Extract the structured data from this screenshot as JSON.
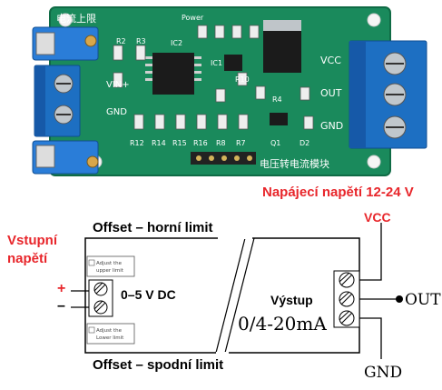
{
  "colors": {
    "pcb": "#1a8a5c",
    "terminal": "#1d6fc2",
    "trimmer": "#2a7dd8",
    "label_red": "#e8262b",
    "line": "#000000"
  },
  "photo": {
    "silkscreen": {
      "top_cn": "电流上限",
      "bottom_cn": "电压转电流模块",
      "power": "Power",
      "vin_plus": "VIN+",
      "gnd_left": "GND",
      "vcc": "VCC",
      "out": "OUT",
      "gnd_right": "GND",
      "ic2": "IC2",
      "ic1": "IC1",
      "r2": "R2",
      "r3": "R3",
      "r10": "R10",
      "r4": "R4",
      "q1": "Q1",
      "d2": "D2",
      "resistors_bottom": [
        "R12",
        "R14",
        "R15",
        "R16",
        "R8",
        "R7"
      ]
    }
  },
  "diagram": {
    "supply_label": "Napájecí napětí 12-24 V",
    "vcc": "VCC",
    "input_label_1": "Vstupní",
    "input_label_2": "napětí",
    "plus": "+",
    "minus": "–",
    "offset_upper": "Offset – horní limit",
    "offset_lower": "Offset – spodní limit",
    "trim_upper": "Adjust the upper limit",
    "trim_lower": "Adjust the Lower limit",
    "input_range": "0–5 V DC",
    "output_title": "Výstup",
    "output_range": "0/4-20mA",
    "out": "OUT",
    "gnd": "GND"
  }
}
